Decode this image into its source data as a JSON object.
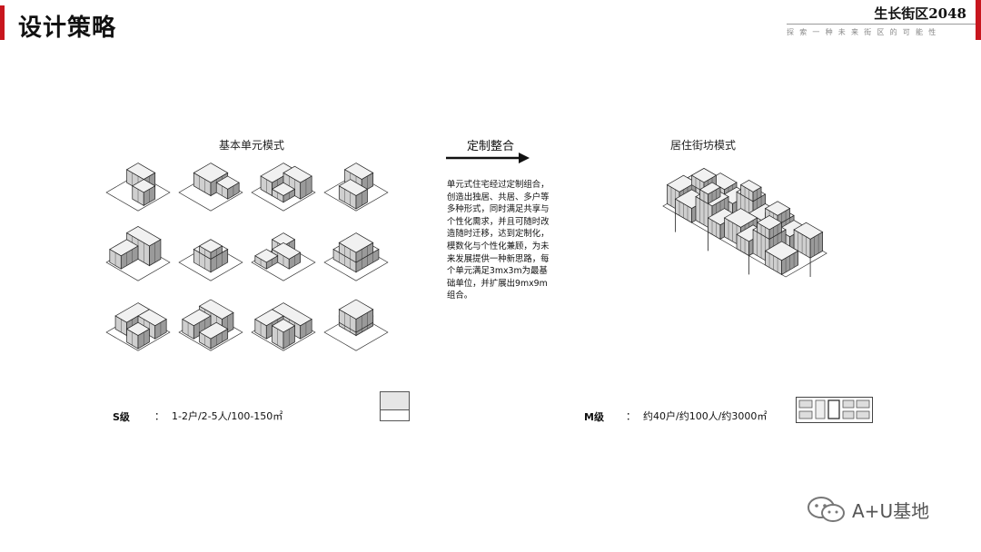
{
  "header": {
    "title": "设计策略",
    "brand": "生长街区2048",
    "subtitle": "探索一种未来街区的可能性"
  },
  "left": {
    "title": "基本单元模式",
    "grid_rows": 3,
    "grid_cols": 4
  },
  "middle": {
    "arrow_label": "定制整合",
    "description": "单元式住宅经过定制组合，创造出独居、共居、多户等多种形式，同时满足共享与个性化需求，并且可随时改造随时迁移，达到定制化，模数化与个性化兼顾，为未来发展提供一种新思路，每个单元满足3mx3m为最基础单位，并扩展出9mx9m组合。"
  },
  "right": {
    "title": "居住街坊模式"
  },
  "stats": {
    "s": {
      "code": "S级",
      "colon": "：",
      "value": "1-2户/2-5人/100-150㎡"
    },
    "m": {
      "code": "M级",
      "colon": "：",
      "value": "约40户/约100人/约3000㎡"
    }
  },
  "watermark": {
    "text": "A+U基地",
    "icon": "wechat-icon"
  },
  "colors": {
    "accent": "#c8161e",
    "ink": "#111111",
    "gray": "#888888"
  }
}
